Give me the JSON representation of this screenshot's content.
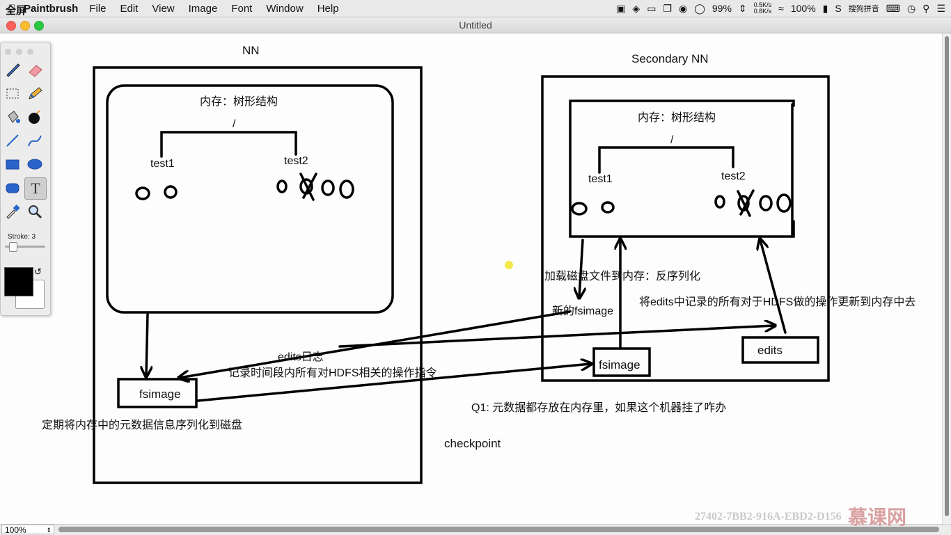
{
  "menubar": {
    "overlay": "全屏",
    "app": "Paintbrush",
    "items": [
      "File",
      "Edit",
      "View",
      "Image",
      "Font",
      "Window",
      "Help"
    ],
    "status": {
      "battery_pct": "99%",
      "net_up": "0.5K/s",
      "net_down": "0.8K/s",
      "power": "100%",
      "input_method": "搜狗拼音"
    }
  },
  "window": {
    "title": "Untitled"
  },
  "palette": {
    "tools": [
      "brush-tool",
      "eraser-tool",
      "select-tool",
      "pencil-tool",
      "fill-tool",
      "bomb-tool",
      "line-tool",
      "curve-tool",
      "rect-tool",
      "ellipse-tool",
      "rounded-rect-tool",
      "text-tool",
      "eyedropper-tool",
      "zoom-tool"
    ],
    "stroke_label": "Stroke: 3",
    "fg_color": "#000000",
    "bg_color": "#ffffff"
  },
  "canvas": {
    "nn_title": "NN",
    "secondary_title": "Secondary NN",
    "nn_memory": "内存：树形结构",
    "sec_memory": "内存：树形结构",
    "root_slash": "/",
    "test1": "test1",
    "test2": "test2",
    "fsimage": "fsimage",
    "sec_fsimage": "fsimage",
    "edits": "edits",
    "edits_log": "edits日志",
    "edits_desc": "记录时间段内所有对HDFS相关的操作指令",
    "periodic_serialize": "定期将内存中的元数据信息序列化到磁盘",
    "load_disk": "加载磁盘文件到内存：反序列化",
    "new_fsimage": "新的fsimage",
    "apply_edits": "将edits中记录的所有对于HDFS做的操作更新到内存中去",
    "q1": "Q1: 元数据都存放在内存里，如果这个机器挂了咋办",
    "checkpoint": "checkpoint"
  },
  "bottombar": {
    "zoom": "100%",
    "watermark": "27402-7BB2-916A-EBD2-D156",
    "brand": "慕课网"
  }
}
